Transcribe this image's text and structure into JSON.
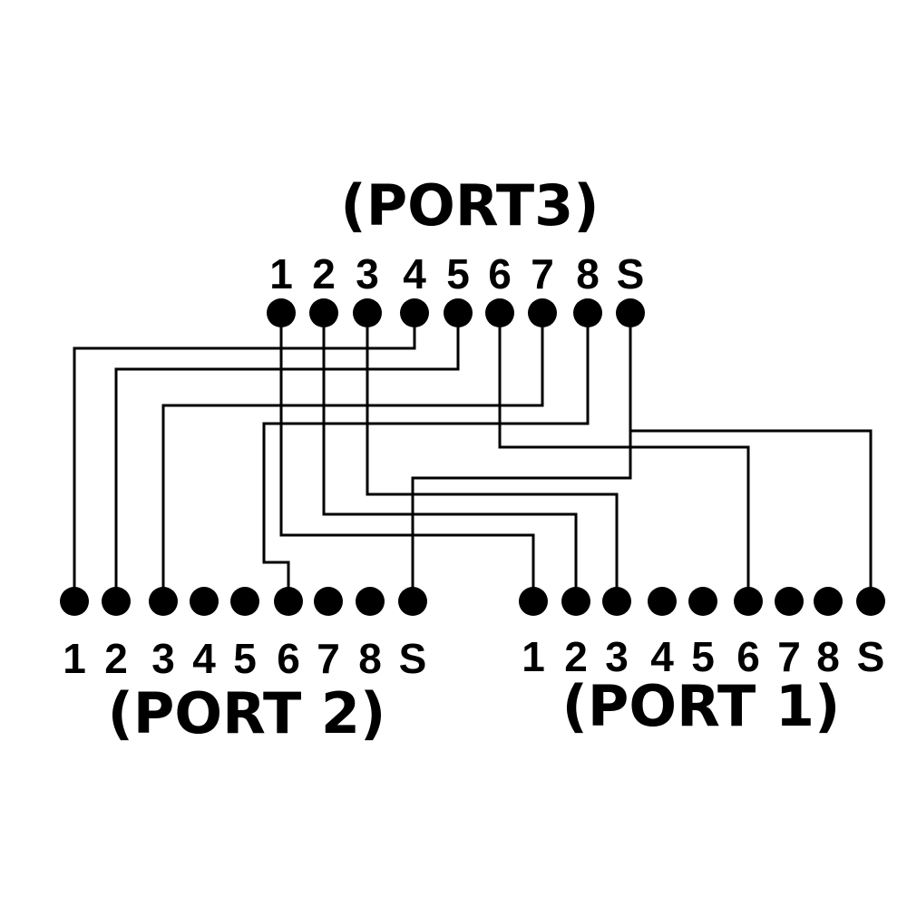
{
  "ports": [
    {
      "id": "port3",
      "title": "(PORT3)",
      "pins": [
        "1",
        "2",
        "3",
        "4",
        "5",
        "6",
        "7",
        "8",
        "S"
      ]
    },
    {
      "id": "port2",
      "title": "(PORT 2)",
      "pins": [
        "1",
        "2",
        "3",
        "4",
        "5",
        "6",
        "7",
        "8",
        "S"
      ]
    },
    {
      "id": "port1",
      "title": "(PORT 1)",
      "pins": [
        "1",
        "2",
        "3",
        "4",
        "5",
        "6",
        "7",
        "8",
        "S"
      ]
    }
  ],
  "connections": [
    {
      "from": "port3.4",
      "to": "port2.1"
    },
    {
      "from": "port3.5",
      "to": "port2.2"
    },
    {
      "from": "port3.7",
      "to": "port2.3"
    },
    {
      "from": "port3.8",
      "to": "port2.6"
    },
    {
      "from": "port3.S",
      "to": "port2.S"
    },
    {
      "from": "port3.1",
      "to": "port1.1"
    },
    {
      "from": "port3.2",
      "to": "port1.2"
    },
    {
      "from": "port3.3",
      "to": "port1.3"
    },
    {
      "from": "port3.6",
      "to": "port1.6"
    },
    {
      "from": "port3.S",
      "to": "port1.S"
    }
  ],
  "colors": {
    "ink": "#000000",
    "background": "#ffffff"
  }
}
